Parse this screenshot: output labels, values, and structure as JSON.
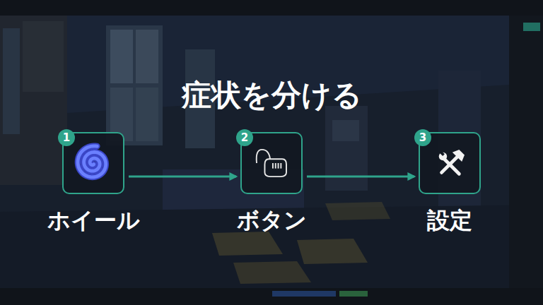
{
  "diagram": {
    "title": "症状を分ける",
    "nodes": [
      {
        "text": [
          "ホイール"
        ]
      },
      {
        "text": [
          "ボタン"
        ]
      },
      {
        "text": [
          "設定"
        ]
      }
    ],
    "edges": [
      {
        "from": 0,
        "to": 1,
        "arrow": "to"
      },
      {
        "from": 1,
        "to": 2,
        "arrow": "to"
      }
    ],
    "labels": [
      "1",
      "2",
      "3"
    ]
  }
}
